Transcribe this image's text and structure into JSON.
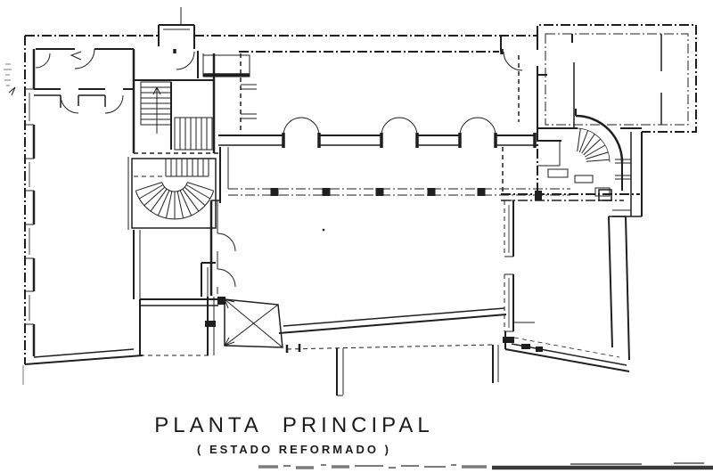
{
  "page": {
    "background": "#ffffff",
    "ink": "#1f1f1f"
  },
  "title_block": {
    "title": "PLANTA  PRINCIPAL",
    "subtitle": "( ESTADO REFORMADO )"
  },
  "plan": {
    "type": "architectural floor plan, scanned line drawing",
    "features": [
      "exterior walls with window openings on left facade",
      "straight double-run staircase",
      "fan-shaped staircase",
      "quarter-turn staircase in right wing",
      "colonnade with five columns",
      "long hall with three double swing doors",
      "crossed shaft box (X)",
      "central courtyard with slanted south wall"
    ]
  }
}
